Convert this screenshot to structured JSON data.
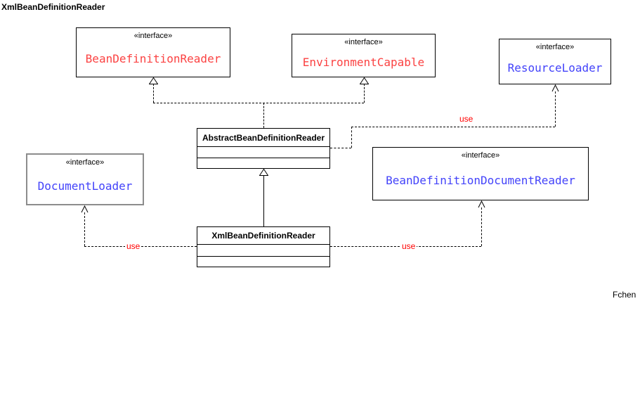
{
  "title": "XmlBeanDefinitionReader",
  "signature": "Fchen",
  "colors": {
    "interface_name_red": "#fb4242",
    "interface_name_blue": "#4343fa",
    "use_label_red": "#ff0000",
    "box_border_black": "#000000",
    "document_loader_border_gray": "#8c8c8c",
    "background": "#ffffff"
  },
  "classes": {
    "bean_definition_reader": {
      "stereotype": "«interface»",
      "name": "BeanDefinitionReader",
      "name_color": "#fb4242"
    },
    "environment_capable": {
      "stereotype": "«interface»",
      "name": "EnvironmentCapable",
      "name_color": "#fb4242"
    },
    "resource_loader": {
      "stereotype": "«interface»",
      "name": "ResourceLoader",
      "name_color": "#4343fa"
    },
    "document_loader": {
      "stereotype": "«interface»",
      "name": "DocumentLoader",
      "name_color": "#4343fa"
    },
    "bean_definition_document_reader": {
      "stereotype": "«interface»",
      "name": "BeanDefinitionDocumentReader",
      "name_color": "#4343fa"
    },
    "abstract_bean_definition_reader": {
      "name": "AbstractBeanDefinitionReader",
      "compartments": [
        "",
        ""
      ]
    },
    "xml_bean_definition_reader": {
      "name": "XmlBeanDefinitionReader",
      "compartments": [
        "",
        ""
      ]
    }
  },
  "edges": {
    "realization_bean_definition_reader": {
      "type": "dashed-hollow-triangle",
      "label": ""
    },
    "realization_environment_capable": {
      "type": "dashed-hollow-triangle",
      "label": ""
    },
    "generalization_abstract": {
      "type": "solid-hollow-triangle",
      "label": ""
    },
    "use_resource_loader": {
      "type": "dashed-open-arrow",
      "label": "use"
    },
    "use_document_loader": {
      "type": "dashed-open-arrow",
      "label": "use"
    },
    "use_bean_definition_document_reader": {
      "type": "dashed-open-arrow",
      "label": "use"
    }
  }
}
